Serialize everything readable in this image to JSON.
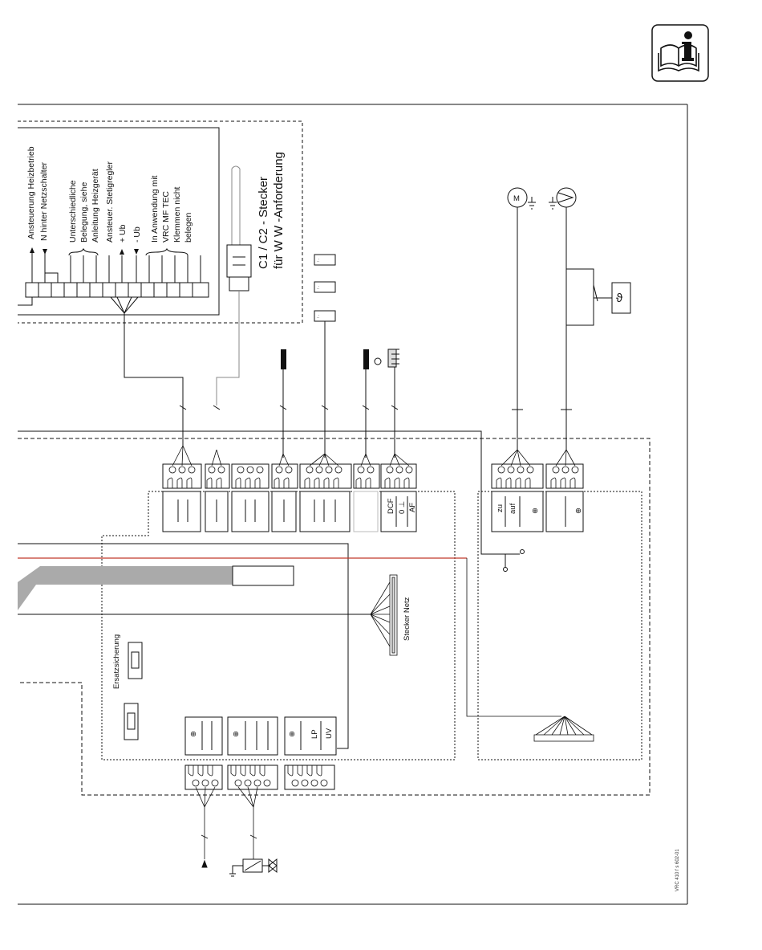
{
  "header": {
    "info_icon": "manual-info-icon"
  },
  "control_unit": {
    "terminal_labels": [
      "Ansteuerung Heizbetrieb",
      "N hinter Netzschalter",
      "Unterschiedliche",
      "Belegung, siehe",
      "Anleitung Heizgerät",
      "Ansteuer. Stetigregler",
      "+ Ub",
      "- Ub",
      "In Anwendung mit",
      "VRC MF TEC",
      "Klemmen nicht",
      "belegen"
    ]
  },
  "ww_connector": {
    "line1": "C1 / C2 - Stecker",
    "line2": "für W W -Anforderung"
  },
  "terminal_block_labels": [
    "DCF",
    "0 ⊥",
    "AF"
  ],
  "mixer_labels": [
    "zu",
    "auf",
    "⊕"
  ],
  "earth_symbol": "⊕",
  "power_connector_label": "Stecker Netz",
  "fuse_label": "Ersatzsicherung",
  "pump_terminal_labels": [
    "LP",
    "UV"
  ],
  "sensor_symbol": "ϑ",
  "motor_symbol": "M",
  "doc_code": "VRC 410 f s  602-01",
  "colors": {
    "line": "#111111",
    "highlight_wire": "#c0392b",
    "cable_grey": "#aaaaaa"
  }
}
